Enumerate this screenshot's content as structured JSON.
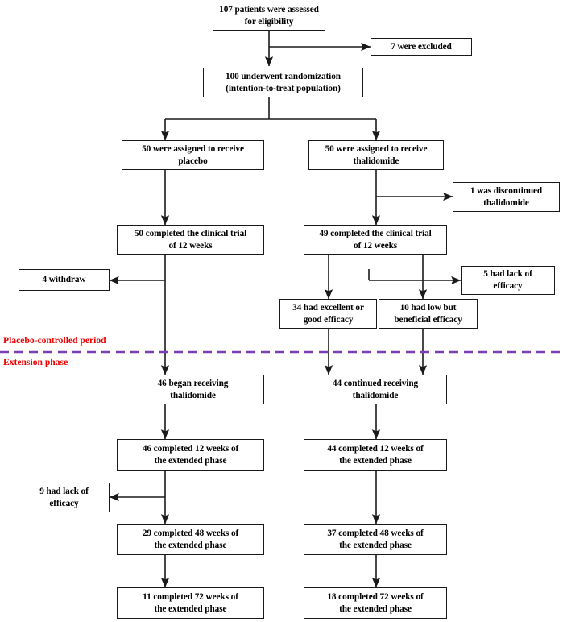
{
  "diagram": {
    "title": "CONSORT-style participant flow diagram",
    "colors": {
      "box_border": "#1a1a1a",
      "connector": "#1a1a1a",
      "phase_divider": "#7b3fb5",
      "phase_label": "#ee0000",
      "background": "#ffffff"
    },
    "phase_divider": {
      "above_label": "Placebo-controlled period",
      "below_label": "Extension phase",
      "style": "dashed"
    },
    "nodes": [
      {
        "id": "assessed",
        "line1": "107 patients were assessed",
        "line2": "for eligibility"
      },
      {
        "id": "excluded",
        "line1": "7 were excluded",
        "line2": ""
      },
      {
        "id": "randomized",
        "line1": "100 underwent randomization",
        "line2": "(intention-to-treat population)"
      },
      {
        "id": "assign-placebo",
        "line1": "50 were assigned to receive",
        "line2": "placebo"
      },
      {
        "id": "assign-thal",
        "line1": "50 were assigned to receive",
        "line2": "thalidomide"
      },
      {
        "id": "discontinued",
        "line1": "1 was discontinued",
        "line2": "thalidomide"
      },
      {
        "id": "completed-pbo",
        "line1": "50 completed the clinical trial",
        "line2": "of 12 weeks"
      },
      {
        "id": "completed-thal",
        "line1": "49 completed the clinical trial",
        "line2": "of 12 weeks"
      },
      {
        "id": "withdraw",
        "line1": "4 withdraw",
        "line2": ""
      },
      {
        "id": "lack-efficacy-5",
        "line1": "5 had lack of",
        "line2": "efficacy"
      },
      {
        "id": "excellent",
        "line1": "34 had excellent or",
        "line2": "good efficacy"
      },
      {
        "id": "low-benefit",
        "line1": "10 had low but",
        "line2": "beneficial  efficacy"
      },
      {
        "id": "began-thal",
        "line1": "46 began receiving",
        "line2": "thalidomide"
      },
      {
        "id": "continued-thal",
        "line1": "44 continued receiving",
        "line2": "thalidomide"
      },
      {
        "id": "ext12-left",
        "line1": "46 completed 12 weeks of",
        "line2": "the extended phase"
      },
      {
        "id": "ext12-right",
        "line1": "44 completed 12 weeks of",
        "line2": "the extended phase"
      },
      {
        "id": "lack-efficacy-9",
        "line1": "9 had lack of",
        "line2": "efficacy"
      },
      {
        "id": "ext48-left",
        "line1": "29 completed 48 weeks of",
        "line2": "the extended phase"
      },
      {
        "id": "ext48-right",
        "line1": "37 completed 48 weeks of",
        "line2": "the extended phase"
      },
      {
        "id": "ext72-left",
        "line1": "11 completed 72 weeks of",
        "line2": "the extended phase"
      },
      {
        "id": "ext72-right",
        "line1": "18 completed 72 weeks of",
        "line2": "the extended phase"
      }
    ]
  }
}
